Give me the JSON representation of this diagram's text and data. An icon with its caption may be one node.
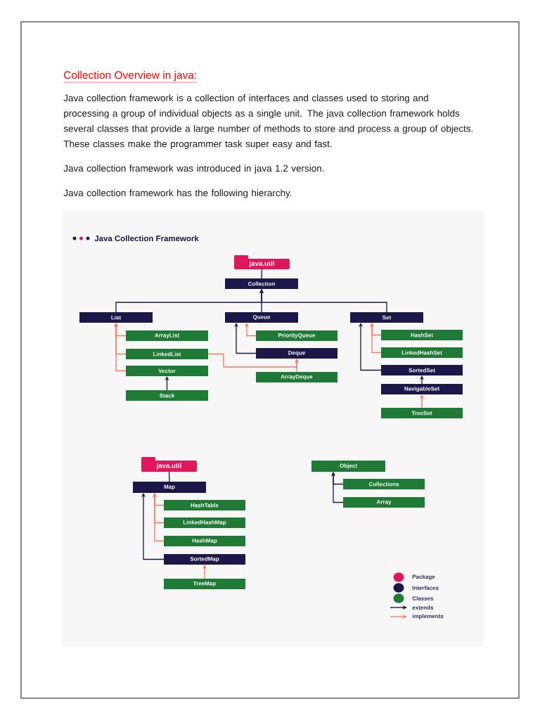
{
  "diagram": {
    "title": "Collection Overview in java:",
    "nodes": [
      {
        "text": [
          "java.util"
        ]
      },
      {
        "text": [
          "Collection"
        ]
      },
      {
        "text": [
          "List"
        ]
      },
      {
        "text": [
          "Queue"
        ]
      },
      {
        "text": [
          "Set"
        ]
      },
      {
        "text": [
          "ArrayList"
        ]
      },
      {
        "text": [
          "LinkedList"
        ]
      },
      {
        "text": [
          "Vector"
        ]
      },
      {
        "text": [
          "Stack"
        ]
      },
      {
        "text": [
          "PriorityQueue"
        ]
      },
      {
        "text": [
          "Deque"
        ]
      },
      {
        "text": [
          "ArrayDeque"
        ]
      },
      {
        "text": [
          "HashSet"
        ]
      },
      {
        "text": [
          "LinkedHashSet"
        ]
      },
      {
        "text": [
          "SortedSet"
        ]
      },
      {
        "text": [
          "NavigableSet"
        ]
      },
      {
        "text": [
          "TreeSet"
        ]
      },
      {
        "text": [
          "java.util"
        ]
      },
      {
        "text": [
          "Map"
        ]
      },
      {
        "text": [
          "HashTable"
        ]
      },
      {
        "text": [
          "LinkedHashMap"
        ]
      },
      {
        "text": [
          "HashMap"
        ]
      },
      {
        "text": [
          "SortedMap"
        ]
      },
      {
        "text": [
          "TreeMap"
        ]
      },
      {
        "text": [
          "Object"
        ]
      },
      {
        "text": [
          "Collections"
        ]
      },
      {
        "text": [
          "Array"
        ]
      }
    ],
    "edges": [
      {
        "from": 0,
        "to": 1,
        "arrow": "none",
        "color": "#1b1748"
      },
      {
        "from": 2,
        "to": 1,
        "arrow": "to",
        "color": "#1b1748"
      },
      {
        "from": 3,
        "to": 1,
        "arrow": "to",
        "color": "#1b1748"
      },
      {
        "from": 4,
        "to": 1,
        "arrow": "to",
        "color": "#1b1748"
      },
      {
        "from": 5,
        "to": 2,
        "arrow": "to"
      },
      {
        "from": 6,
        "to": 2,
        "arrow": "to"
      },
      {
        "from": 7,
        "to": 2,
        "arrow": "to"
      },
      {
        "from": 8,
        "to": 7,
        "arrow": "to",
        "color": "#1b1748"
      },
      {
        "from": 9,
        "to": 3,
        "arrow": "to"
      },
      {
        "from": 10,
        "to": 3,
        "arrow": "to",
        "color": "#1b1748"
      },
      {
        "from": 6,
        "to": 10,
        "arrow": "to"
      },
      {
        "from": 11,
        "to": 10,
        "arrow": "to"
      },
      {
        "from": 12,
        "to": 4,
        "arrow": "to"
      },
      {
        "from": 13,
        "to": 4,
        "arrow": "to"
      },
      {
        "from": 14,
        "to": 4,
        "arrow": "to",
        "color": "#1b1748"
      },
      {
        "from": 15,
        "to": 14,
        "arrow": "to",
        "color": "#1b1748"
      },
      {
        "from": 16,
        "to": 15,
        "arrow": "to"
      },
      {
        "from": 17,
        "to": 18,
        "arrow": "none",
        "color": "#1b1748"
      },
      {
        "from": 19,
        "to": 18,
        "arrow": "to"
      },
      {
        "from": 20,
        "to": 18,
        "arrow": "to"
      },
      {
        "from": 21,
        "to": 18,
        "arrow": "to"
      },
      {
        "from": 22,
        "to": 18,
        "arrow": "to",
        "color": "#1b1748"
      },
      {
        "from": 23,
        "to": 22,
        "arrow": "to"
      },
      {
        "from": 25,
        "to": 24,
        "arrow": "to",
        "color": "#1b1748"
      },
      {
        "from": 26,
        "to": 24,
        "arrow": "to",
        "color": "#1b1748"
      }
    ],
    "labels": [
      "Java collection framework is a collection of interfaces and classes used to storing and processing a group of individual objects as a single unit. The java collection framework holds several classes that provide a large number of methods to store and process a group of objects. These classes make the programmer task super easy and fast.",
      "Java collection framework was introduced in java 1.2 version.",
      "Java collection framework has the following hierarchy.",
      "Java Collection Framework"
    ],
    "legend": [
      {
        "text": "Package",
        "color": "#e1175c"
      },
      {
        "text": "Interfaces",
        "color": "#1b1748"
      },
      {
        "text": "Classes",
        "color": "#1f7a35"
      },
      {
        "text": "extends"
      },
      {
        "text": "implements"
      }
    ]
  }
}
